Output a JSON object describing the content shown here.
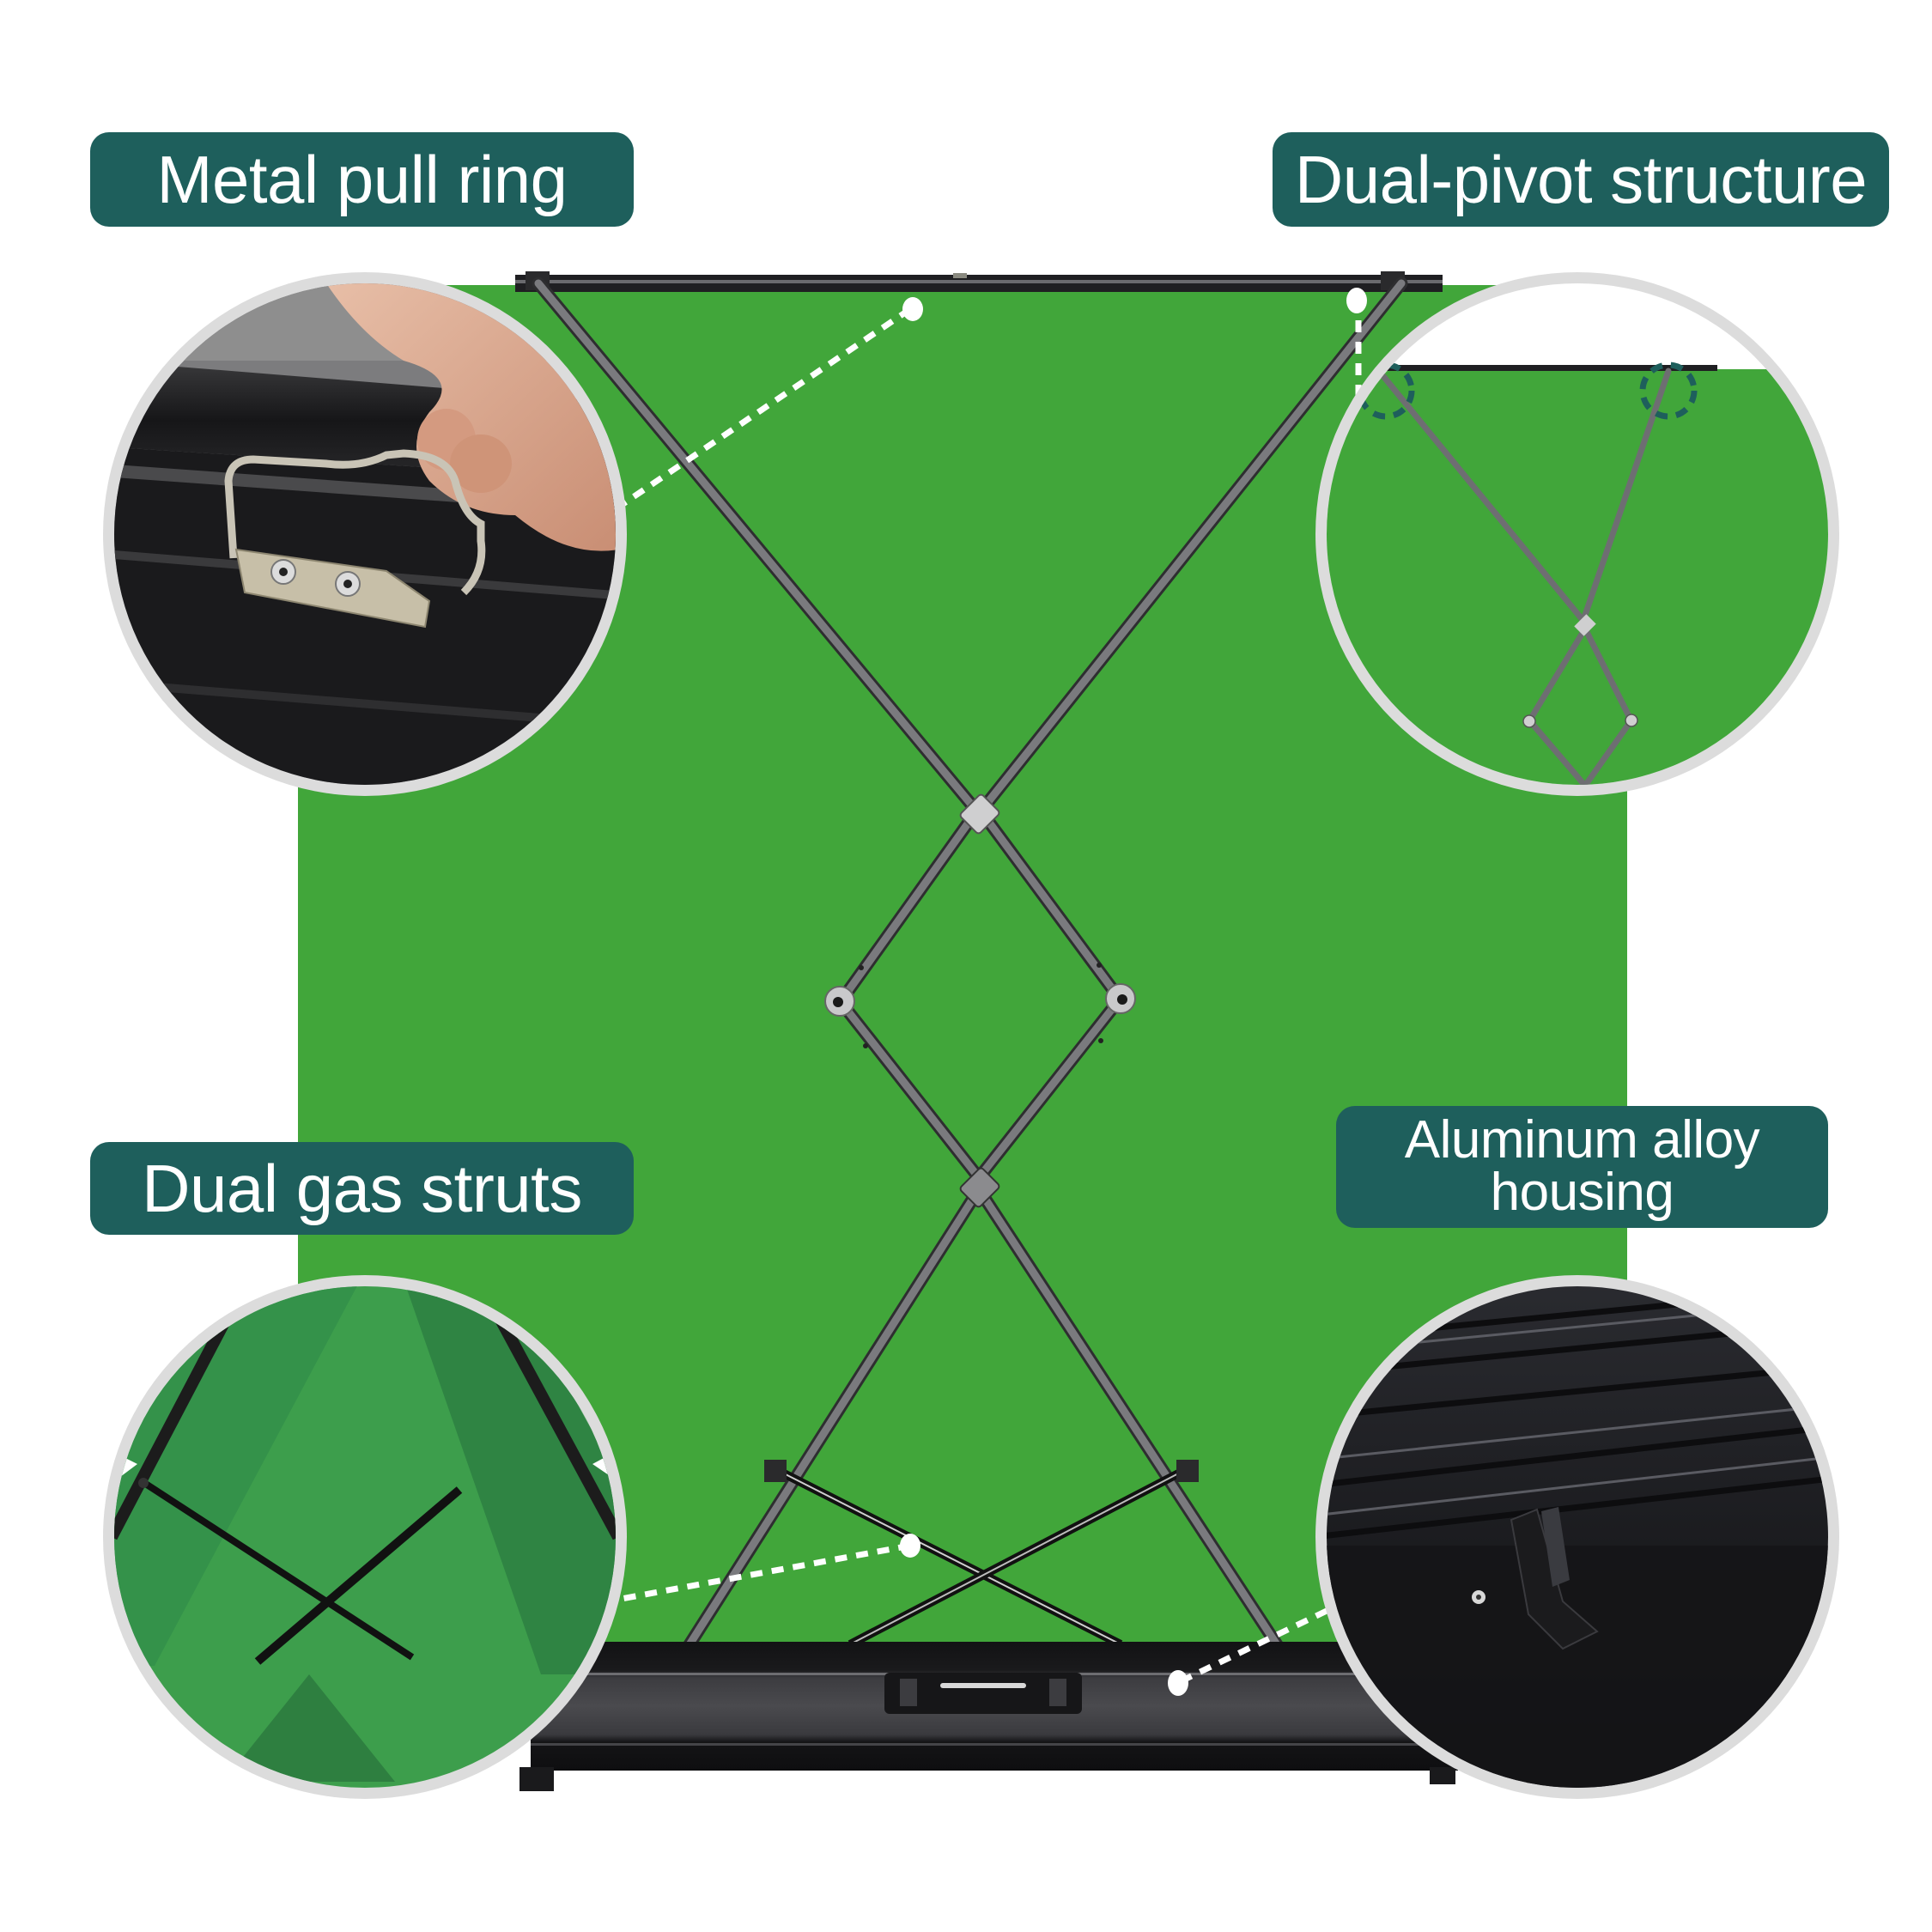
{
  "colors": {
    "label_bg": "#1e5f5c",
    "label_text": "#ffffff",
    "green_screen": "#41a63a",
    "frame_dark": "#1c1c1e",
    "arm_gray": "#6e6e72",
    "inset_ring": "#dcdcdc",
    "callout_dash": "#ffffff",
    "pivot_marker": "#1e5f5c"
  },
  "features": [
    {
      "id": "metal-pull-ring",
      "label": "Metal pull ring",
      "position": "top-left",
      "inset": "hand pulling a metal ring handle on black housing"
    },
    {
      "id": "dual-pivot-structure",
      "label": "Dual-pivot structure",
      "position": "top-right",
      "inset": "scissor frame with two circled top pivots"
    },
    {
      "id": "dual-gas-struts",
      "label": "Dual gas struts",
      "position": "bottom-left",
      "inset": "two crossing black gas struts on green fabric"
    },
    {
      "id": "aluminum-alloy-housing",
      "label_line1": "Aluminum alloy",
      "label_line2": "housing",
      "position": "bottom-right",
      "inset": "ribbed black aluminum case with latch"
    }
  ],
  "product": {
    "name": "pull-up green screen",
    "parts": [
      "top bar",
      "scissor arms",
      "diamond pivot joints",
      "gas struts",
      "base housing",
      "carry handle"
    ]
  }
}
